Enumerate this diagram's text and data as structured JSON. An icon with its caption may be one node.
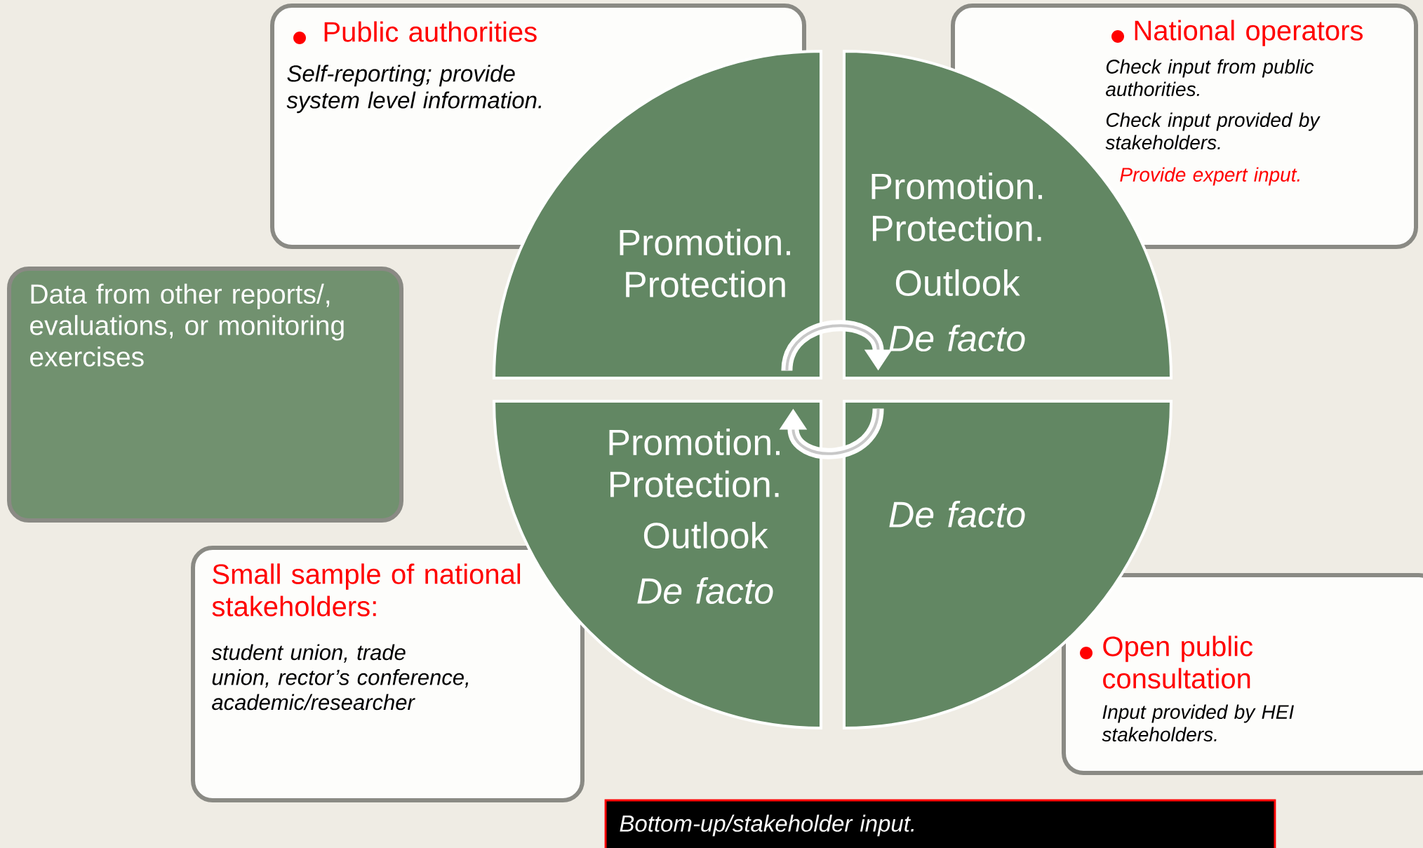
{
  "diagram": {
    "nodes": [
      {
        "text": [
          "Public authorities",
          "Self-reporting; provide system level information."
        ]
      },
      {
        "text": [
          "National operators",
          "Check input from public authorities.",
          "Check input provided by stakeholders.",
          "Provide expert input."
        ]
      },
      {
        "text": [
          "Data from other reports/, evaluations, or monitoring exercises"
        ]
      },
      {
        "text": [
          "Promotion. Protection"
        ]
      },
      {
        "text": [
          "Promotion. Protection.",
          "Outlook",
          "De facto"
        ]
      },
      {
        "text": [
          "Promotion. Protection.",
          "Outlook",
          "De facto"
        ]
      },
      {
        "text": [
          "De facto"
        ]
      },
      {
        "text": [
          "Small sample of national stakeholders:",
          "student union, trade union, rector’s conference, academic/researcher"
        ]
      },
      {
        "text": [
          "Open public consultation",
          "Input provided by HEI stakeholders."
        ]
      },
      {
        "text": [
          "Bottom-up/stakeholder input."
        ]
      }
    ],
    "edges": [
      {
        "from": 3,
        "to": 4,
        "arrow": "to"
      },
      {
        "from": 6,
        "to": 5,
        "arrow": "to"
      }
    ]
  }
}
